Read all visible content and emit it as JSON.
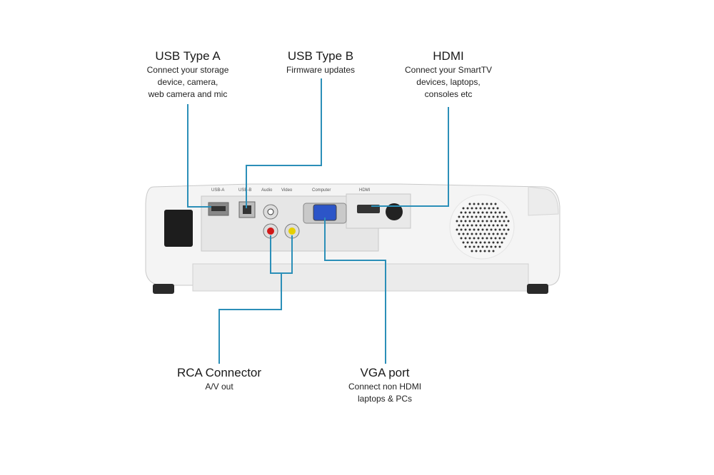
{
  "callouts": {
    "usb_a": {
      "title": "USB Type A",
      "lines": [
        "Connect your storage",
        "device, camera,",
        "web camera and mic"
      ]
    },
    "usb_b": {
      "title": "USB Type B",
      "lines": [
        "Firmware updates"
      ]
    },
    "hdmi": {
      "title": "HDMI",
      "lines": [
        "Connect your SmartTV",
        "devices, laptops,",
        "consoles etc"
      ]
    },
    "rca": {
      "title": "RCA Connector",
      "lines": [
        "A/V out"
      ]
    },
    "vga": {
      "title": "VGA port",
      "lines": [
        "Connect non HDMI",
        "laptops & PCs"
      ]
    }
  },
  "port_labels": {
    "usb_a": "USB-A",
    "usb_b": "USB-B",
    "audio": "Audio",
    "video": "Video",
    "computer": "Computer",
    "hdmi": "HDMI"
  },
  "colors": {
    "leader_line": "#2b8fb8",
    "body": "#f2f2f2",
    "rca_red": "#d01818",
    "rca_yellow": "#e6d000",
    "vga_blue": "#2c55c8"
  }
}
